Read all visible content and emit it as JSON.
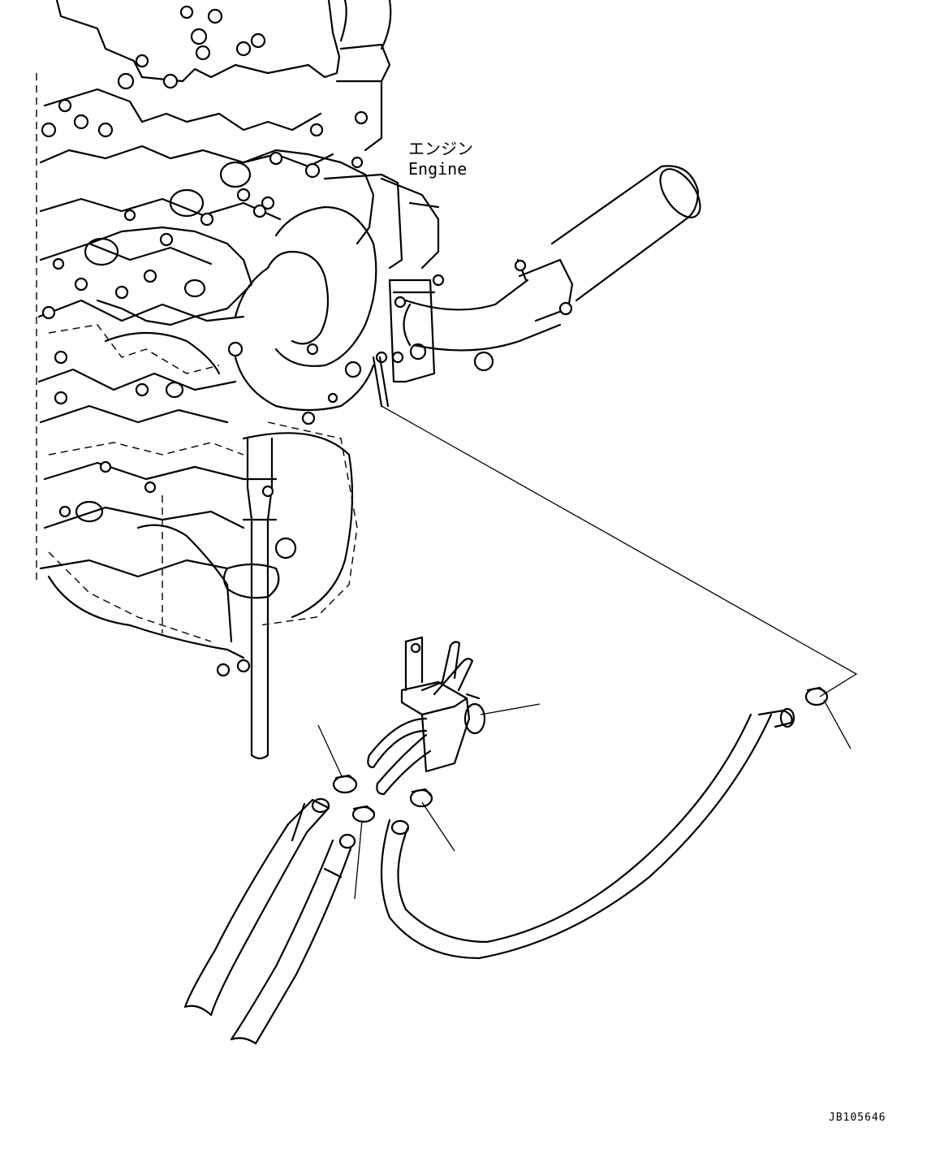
{
  "labels": {
    "engine_jp": "エンジン",
    "engine_en": "Engine",
    "drawing_code": "JB105646"
  },
  "colors": {
    "line": "#000000",
    "background": "#ffffff"
  }
}
